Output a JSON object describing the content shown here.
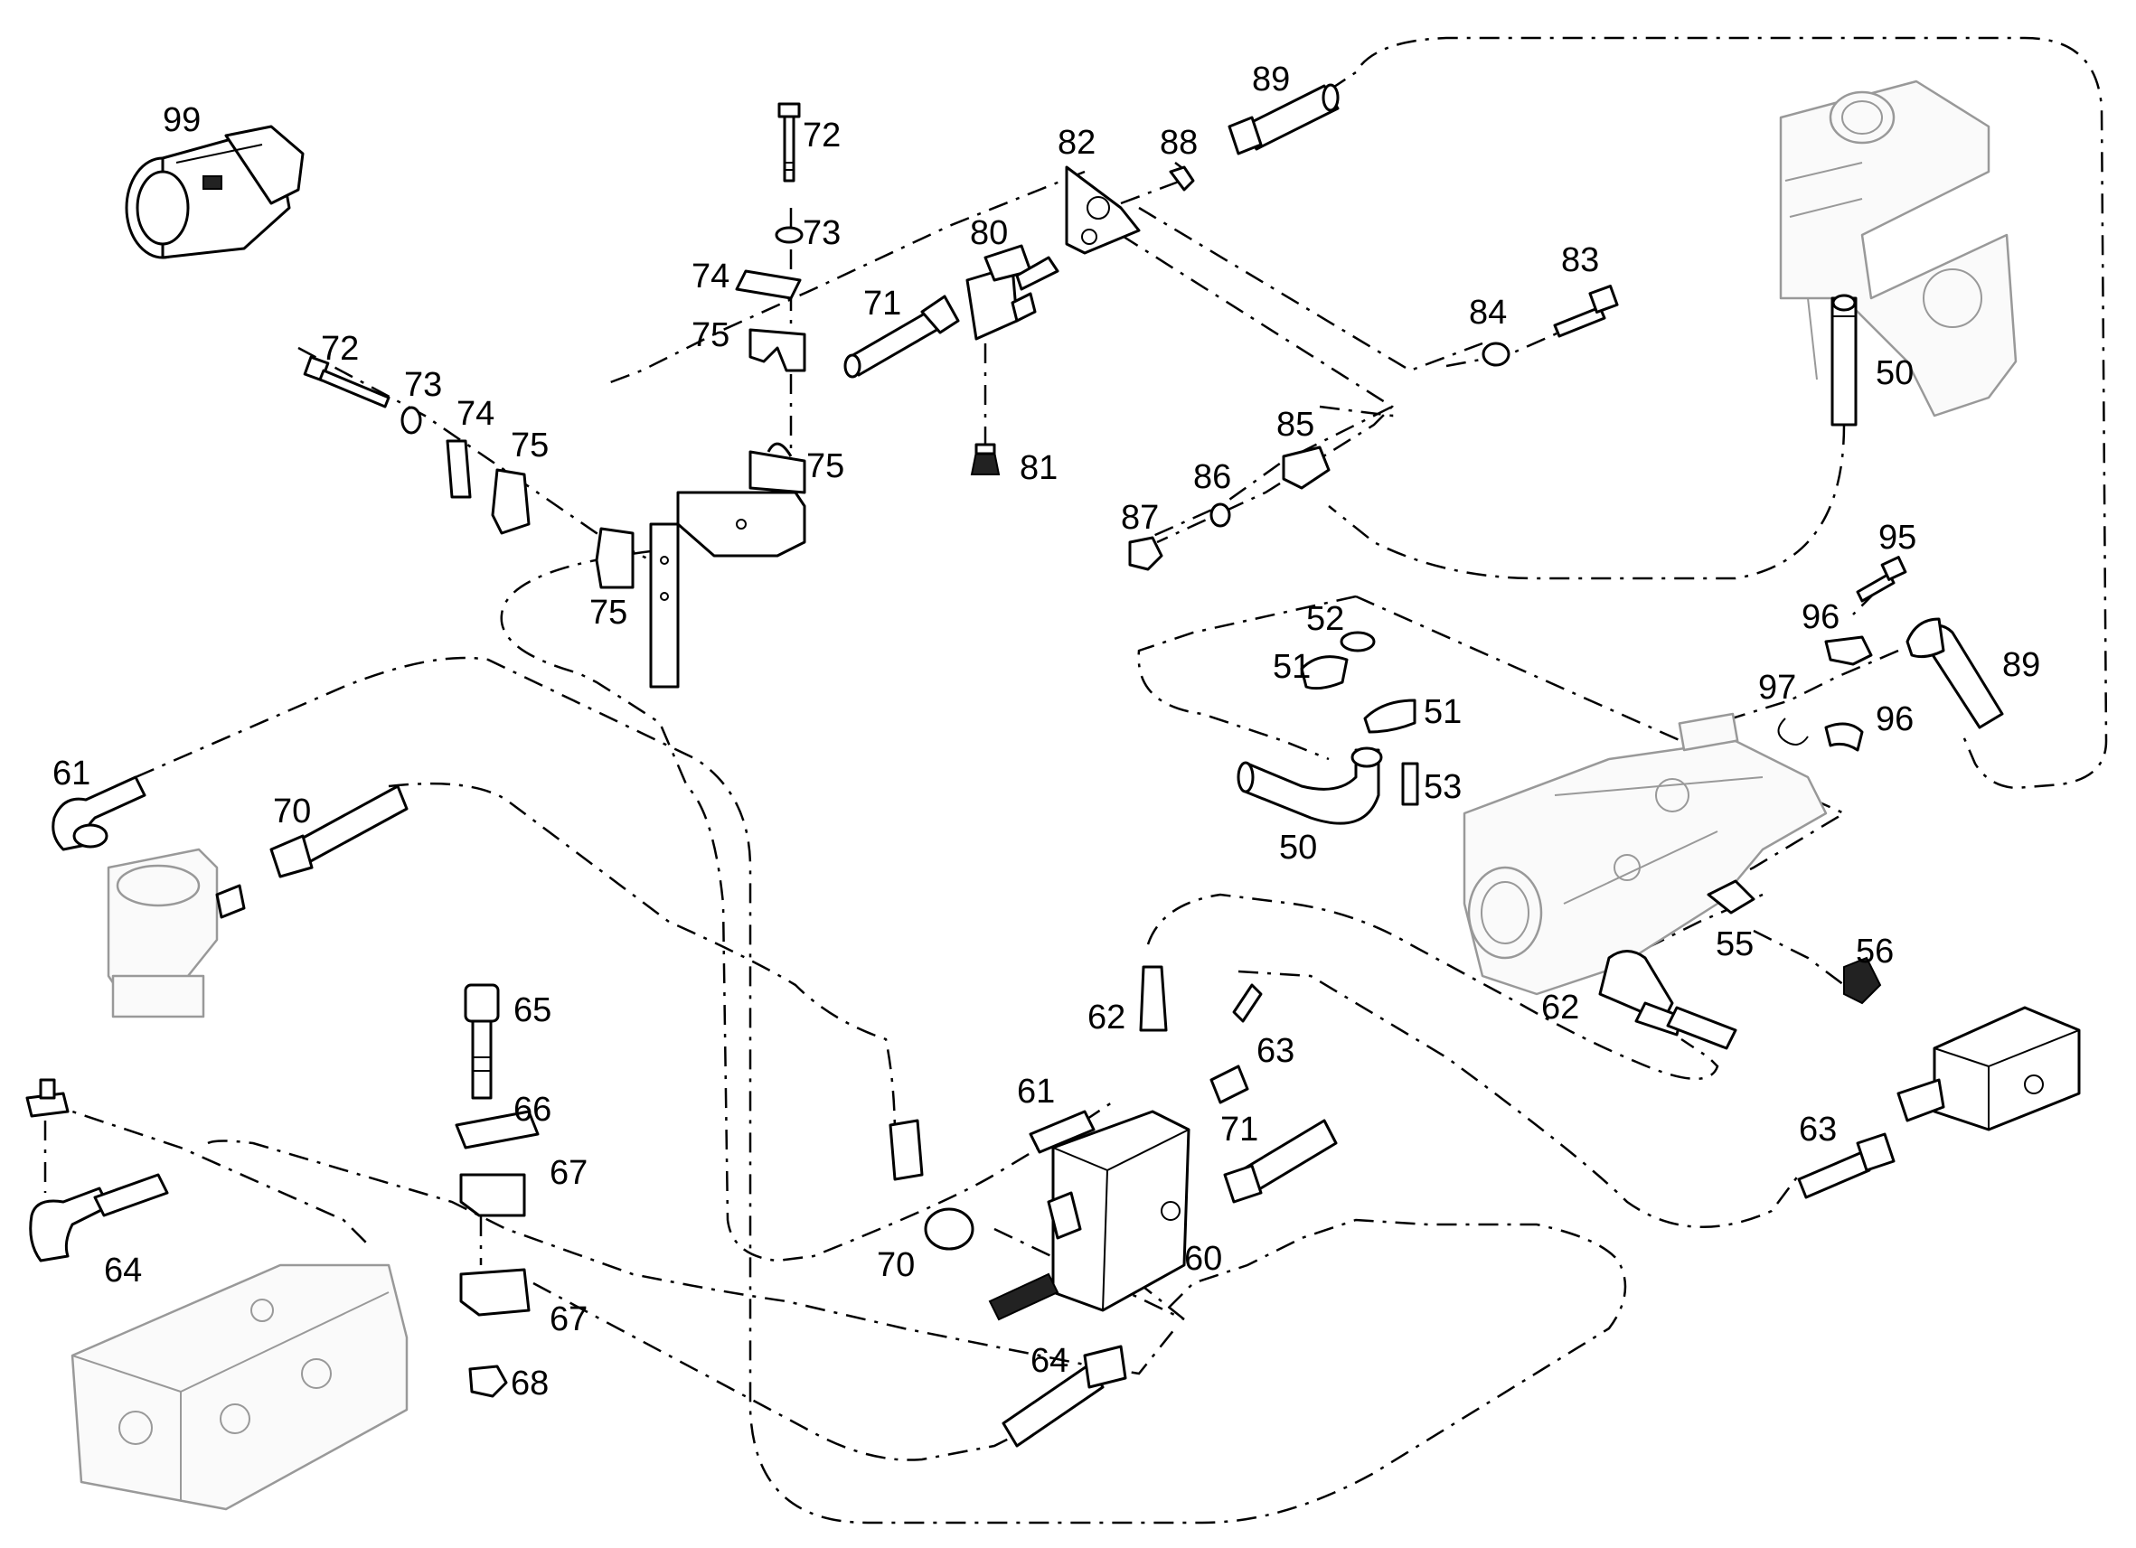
{
  "callouts": [
    {
      "id": "c99",
      "text": "99"
    },
    {
      "id": "c72a",
      "text": "72"
    },
    {
      "id": "c73a",
      "text": "73"
    },
    {
      "id": "c74a",
      "text": "74"
    },
    {
      "id": "c75a",
      "text": "75"
    },
    {
      "id": "c71a",
      "text": "71"
    },
    {
      "id": "c80",
      "text": "80"
    },
    {
      "id": "c82",
      "text": "82"
    },
    {
      "id": "c88",
      "text": "88"
    },
    {
      "id": "c89a",
      "text": "89"
    },
    {
      "id": "c83",
      "text": "83"
    },
    {
      "id": "c84",
      "text": "84"
    },
    {
      "id": "c72b",
      "text": "72"
    },
    {
      "id": "c73b",
      "text": "73"
    },
    {
      "id": "c74b",
      "text": "74"
    },
    {
      "id": "c75b",
      "text": "75"
    },
    {
      "id": "c75c",
      "text": "75"
    },
    {
      "id": "c75d",
      "text": "75"
    },
    {
      "id": "c81",
      "text": "81"
    },
    {
      "id": "c85",
      "text": "85"
    },
    {
      "id": "c86",
      "text": "86"
    },
    {
      "id": "c87",
      "text": "87"
    },
    {
      "id": "c50a",
      "text": "50"
    },
    {
      "id": "c95",
      "text": "95"
    },
    {
      "id": "c96a",
      "text": "96"
    },
    {
      "id": "c89b",
      "text": "89"
    },
    {
      "id": "c52",
      "text": "52"
    },
    {
      "id": "c51a",
      "text": "51"
    },
    {
      "id": "c51b",
      "text": "51"
    },
    {
      "id": "c53",
      "text": "53"
    },
    {
      "id": "c50b",
      "text": "50"
    },
    {
      "id": "c97",
      "text": "97"
    },
    {
      "id": "c96b",
      "text": "96"
    },
    {
      "id": "c61a",
      "text": "61"
    },
    {
      "id": "c70a",
      "text": "70"
    },
    {
      "id": "c55",
      "text": "55"
    },
    {
      "id": "c56",
      "text": "56"
    },
    {
      "id": "c62a",
      "text": "62"
    },
    {
      "id": "c62b",
      "text": "62"
    },
    {
      "id": "c63a",
      "text": "63"
    },
    {
      "id": "c65",
      "text": "65"
    },
    {
      "id": "c66",
      "text": "66"
    },
    {
      "id": "c67a",
      "text": "67"
    },
    {
      "id": "c61b",
      "text": "61"
    },
    {
      "id": "c71b",
      "text": "71"
    },
    {
      "id": "c63b",
      "text": "63"
    },
    {
      "id": "c64a",
      "text": "64"
    },
    {
      "id": "c70b",
      "text": "70"
    },
    {
      "id": "c60",
      "text": "60"
    },
    {
      "id": "c67b",
      "text": "67"
    },
    {
      "id": "c64b",
      "text": "64"
    },
    {
      "id": "c68",
      "text": "68"
    }
  ]
}
